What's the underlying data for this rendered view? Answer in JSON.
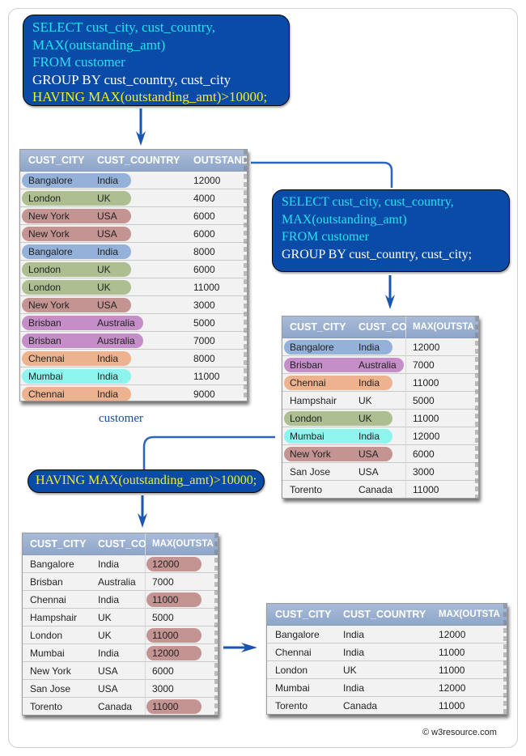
{
  "colors": {
    "sql_box_bg": "#0a4ba8",
    "keyword_cyan": "#27e2ee",
    "keyword_white": "#ffffff",
    "keyword_yellow": "#f2f01e",
    "table_header": "#97acce",
    "connector": "#2a64c4",
    "group_colors": {
      "Bangalore": "#94b1da",
      "London": "#adbf90",
      "New York": "#c49492",
      "Brisban": "#c58ec8",
      "Chennai": "#ecb38e",
      "Mumbai": "#8ef4ee"
    },
    "highlight_value": "#c49492"
  },
  "query_main": {
    "lines": [
      "SELECT cust_city, cust_country,",
      "MAX(outstanding_amt)",
      "FROM customer",
      "GROUP BY cust_country, cust_city",
      "HAVING MAX(outstanding_amt)>10000;"
    ]
  },
  "query_group": {
    "lines": [
      "SELECT cust_city, cust_country,",
      "MAX(outstanding_amt)",
      "FROM customer",
      "GROUP BY cust_country, cust_city;"
    ]
  },
  "query_having": {
    "text": "HAVING MAX(outstanding_amt)>10000;"
  },
  "customer_table": {
    "caption": "customer",
    "headers": [
      "CUST_CITY",
      "CUST_COUNTRY",
      "OUTSTAND"
    ],
    "rows": [
      {
        "city": "Bangalore",
        "country": "India",
        "amt": "12000"
      },
      {
        "city": "London",
        "country": "UK",
        "amt": "4000"
      },
      {
        "city": "New York",
        "country": "USA",
        "amt": "6000"
      },
      {
        "city": "New York",
        "country": "USA",
        "amt": "6000"
      },
      {
        "city": "Bangalore",
        "country": "India",
        "amt": "8000"
      },
      {
        "city": "London",
        "country": "UK",
        "amt": "6000"
      },
      {
        "city": "London",
        "country": "UK",
        "amt": "11000"
      },
      {
        "city": "New York",
        "country": "USA",
        "amt": "3000"
      },
      {
        "city": "Brisban",
        "country": "Australia",
        "amt": "5000"
      },
      {
        "city": "Brisban",
        "country": "Australia",
        "amt": "7000"
      },
      {
        "city": "Chennai",
        "country": "India",
        "amt": "8000"
      },
      {
        "city": "Mumbai",
        "country": "India",
        "amt": "11000"
      },
      {
        "city": "Chennai",
        "country": "India",
        "amt": "9000"
      }
    ]
  },
  "grouped_table": {
    "headers": [
      "CUST_CITY",
      "CUST_CO",
      "MAX(OUTSTA"
    ],
    "rows": [
      {
        "city": "Bangalore",
        "country": "India",
        "amt": "12000"
      },
      {
        "city": "Brisban",
        "country": "Australia",
        "amt": "7000"
      },
      {
        "city": "Chennai",
        "country": "India",
        "amt": "11000"
      },
      {
        "city": "Hampshair",
        "country": "UK",
        "amt": "5000"
      },
      {
        "city": "London",
        "country": "UK",
        "amt": "11000"
      },
      {
        "city": "Mumbai",
        "country": "India",
        "amt": "12000"
      },
      {
        "city": "New York",
        "country": "USA",
        "amt": "6000"
      },
      {
        "city": "San Jose",
        "country": "USA",
        "amt": "3000"
      },
      {
        "city": "Torento",
        "country": "Canada",
        "amt": "11000"
      }
    ]
  },
  "filter_table": {
    "headers": [
      "CUST_CITY",
      "CUST_CO",
      "MAX(OUTSTA"
    ],
    "rows": [
      {
        "city": "Bangalore",
        "country": "India",
        "amt": "12000",
        "passes": true
      },
      {
        "city": "Brisban",
        "country": "Australia",
        "amt": "7000",
        "passes": false
      },
      {
        "city": "Chennai",
        "country": "India",
        "amt": "11000",
        "passes": true
      },
      {
        "city": "Hampshair",
        "country": "UK",
        "amt": "5000",
        "passes": false
      },
      {
        "city": "London",
        "country": "UK",
        "amt": "11000",
        "passes": true
      },
      {
        "city": "Mumbai",
        "country": "India",
        "amt": "12000",
        "passes": true
      },
      {
        "city": "New York",
        "country": "USA",
        "amt": "6000",
        "passes": false
      },
      {
        "city": "San Jose",
        "country": "USA",
        "amt": "3000",
        "passes": false
      },
      {
        "city": "Torento",
        "country": "Canada",
        "amt": "11000",
        "passes": true
      }
    ]
  },
  "result_table": {
    "headers": [
      "CUST_CITY",
      "CUST_COUNTRY",
      "MAX(OUTSTA"
    ],
    "rows": [
      {
        "city": "Bangalore",
        "country": "India",
        "amt": "12000"
      },
      {
        "city": "Chennai",
        "country": "India",
        "amt": "11000"
      },
      {
        "city": "London",
        "country": "UK",
        "amt": "11000"
      },
      {
        "city": "Mumbai",
        "country": "India",
        "amt": "12000"
      },
      {
        "city": "Torento",
        "country": "Canada",
        "amt": "11000"
      }
    ]
  },
  "footer": {
    "copyright": "© w3resource.com"
  }
}
